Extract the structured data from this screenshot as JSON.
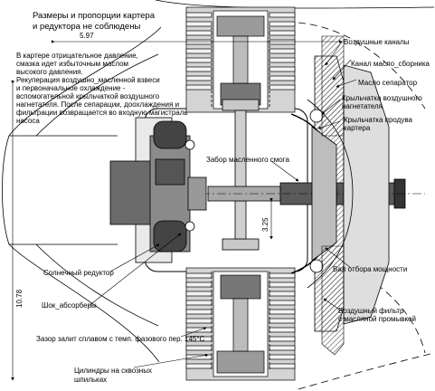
{
  "header": {
    "warning_line1": "Размеры и пропорции картера",
    "warning_line2": "и редуктора не соблюдены"
  },
  "dimensions": {
    "top": "5.97",
    "height": "10.78",
    "middle": "3.25"
  },
  "notes": [
    "В картере отрицательное давление,",
    "смазка идет избыточным маслом",
    "высокого давления.",
    "Рекуперация воздушно_масленной взвеси",
    "и первоначальное охлаждение -",
    "вспомогательной крыльчаткой воздушного",
    "нагнетателя. После сепарации, доохлаждения и",
    "фильтрации возвращается во входную магистраль",
    "насоса"
  ],
  "labels": {
    "air_channels": "Воздушные каналы",
    "oil_collector_channel": "Канал масло_сборника",
    "oil_separator": "Масло  сепаратор",
    "blower_impeller_1": "Крыльчатка воздушного",
    "blower_impeller_2": "нагнетателя",
    "crankcase_purge_impeller_1": "Крыльчатка продува",
    "crankcase_purge_impeller_2": "картера",
    "oil_mist_intake": "Забор масленного смога",
    "sun_gear": "Солнечный редуктор",
    "power_shaft": "Вал отбора мощности",
    "shock_absorbers": "Шок_абсорберы",
    "air_filter_1": "Воздушный фильтр",
    "air_filter_2": "с масляной промывкой",
    "gap_alloy": "Зазор залит сплавом с темп. фазового пер. 145°С",
    "cylinders_1": "Цилиндры на сквозных",
    "cylinders_2": "шпильках"
  }
}
